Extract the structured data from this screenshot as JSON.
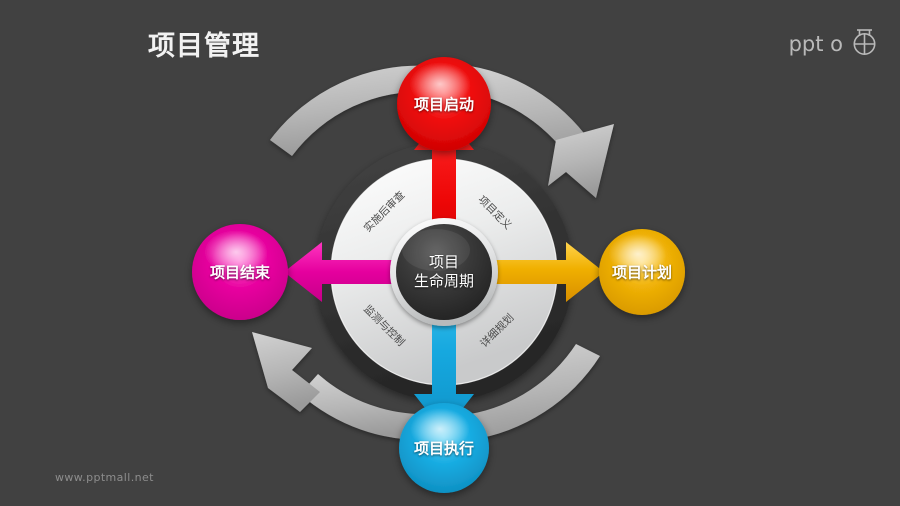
{
  "slide": {
    "title": "项目管理",
    "background_color": "#414141",
    "footer_url": "www.pptmall.net"
  },
  "brand": {
    "text": "ppt o",
    "icon": "circle-crosshair-icon"
  },
  "diagram": {
    "type": "cycle",
    "hub": {
      "line1": "项目",
      "line2": "生命周期"
    },
    "ring_labels": [
      {
        "text": "项目定义",
        "position": "top-right",
        "angle": 45
      },
      {
        "text": "详细规划",
        "position": "bottom-right",
        "angle": -45
      },
      {
        "text": "监测与控制",
        "position": "bottom-left",
        "angle": 45
      },
      {
        "text": "实施后审查",
        "position": "top-left",
        "angle": -45
      }
    ],
    "nodes": [
      {
        "label": "项目启动",
        "position": "top",
        "color": "#ee0000",
        "highlight": "#ff9d9d",
        "arrow_direction": "up"
      },
      {
        "label": "项目计划",
        "position": "right",
        "color": "#edae00",
        "highlight": "#ffe49a",
        "arrow_direction": "right"
      },
      {
        "label": "项目执行",
        "position": "bottom",
        "color": "#18a9e0",
        "highlight": "#a8e3f7",
        "arrow_direction": "down"
      },
      {
        "label": "项目结束",
        "position": "left",
        "color": "#e5009e",
        "highlight": "#ff9ddc",
        "arrow_direction": "left"
      }
    ],
    "rotation_arrows": [
      {
        "name": "clockwise-arc-top-right",
        "color": "#b5b5b5",
        "direction": "clockwise"
      },
      {
        "name": "counterclockwise-arc-bottom-left",
        "color": "#b5b5b5",
        "direction": "counter-clockwise"
      }
    ],
    "colors": {
      "ring_outer": "#3a3a3a",
      "ring_inner": "#e6e6e6",
      "hub_fill": "#2e2e2e",
      "arrow_gray": "#b5b5b5"
    }
  }
}
